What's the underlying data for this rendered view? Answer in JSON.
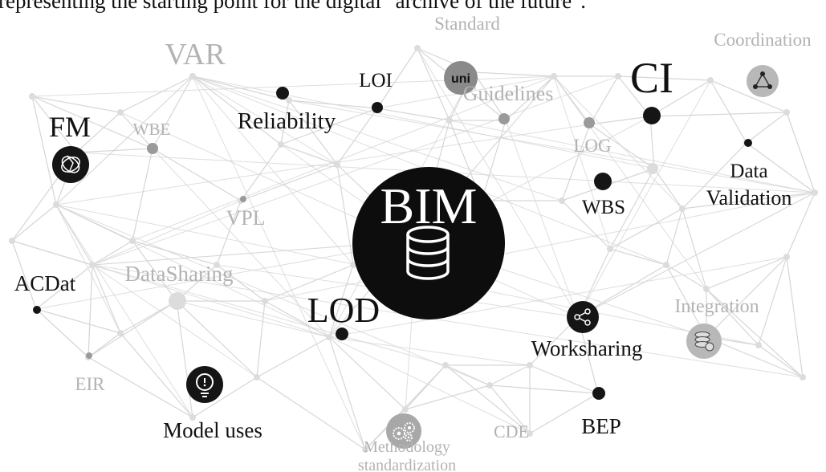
{
  "caption": "representing the starting point for the digital \"archive of the future\".",
  "colors": {
    "background": "#ffffff",
    "network_line": "#d6d6d6",
    "hub_fill": "#0d0d0d",
    "hub_text": "#ffffff",
    "dark_text": "#111111",
    "light_text": "#b3b3b3",
    "dark_dot": "#151515",
    "mid_dot": "#9a9a9a",
    "light_dot": "#dcdcdc"
  },
  "hub": {
    "label": "BIM",
    "icon": "database-icon"
  },
  "terms": [
    {
      "id": "standard",
      "label": "Standard",
      "tone": "light"
    },
    {
      "id": "coordination",
      "label": "Coordination",
      "tone": "light"
    },
    {
      "id": "var",
      "label": "VAR",
      "tone": "light"
    },
    {
      "id": "loi",
      "label": "LOI",
      "tone": "dark"
    },
    {
      "id": "guidelines",
      "label": "Guidelines",
      "tone": "light"
    },
    {
      "id": "ci",
      "label": "CI",
      "tone": "dark"
    },
    {
      "id": "fm",
      "label": "FM",
      "tone": "dark"
    },
    {
      "id": "wbe",
      "label": "WBE",
      "tone": "light"
    },
    {
      "id": "reliability",
      "label": "Reliability",
      "tone": "dark"
    },
    {
      "id": "log",
      "label": "LOG",
      "tone": "light"
    },
    {
      "id": "data-validation-1",
      "label": "Data",
      "tone": "dark"
    },
    {
      "id": "data-validation-2",
      "label": "Validation",
      "tone": "dark"
    },
    {
      "id": "wbs",
      "label": "WBS",
      "tone": "dark"
    },
    {
      "id": "vpl",
      "label": "VPL",
      "tone": "light"
    },
    {
      "id": "acdat",
      "label": "ACDat",
      "tone": "dark"
    },
    {
      "id": "datasharing",
      "label": "DataSharing",
      "tone": "light"
    },
    {
      "id": "lod",
      "label": "LOD",
      "tone": "dark"
    },
    {
      "id": "integration",
      "label": "Integration",
      "tone": "light"
    },
    {
      "id": "worksharing",
      "label": "Worksharing",
      "tone": "dark"
    },
    {
      "id": "eir",
      "label": "EIR",
      "tone": "light"
    },
    {
      "id": "model-uses",
      "label": "Model uses",
      "tone": "dark"
    },
    {
      "id": "cde",
      "label": "CDE",
      "tone": "light"
    },
    {
      "id": "bep",
      "label": "BEP",
      "tone": "dark"
    },
    {
      "id": "methodology-1",
      "label": "Methodology",
      "tone": "light"
    },
    {
      "id": "methodology-2",
      "label": "standardization",
      "tone": "light"
    }
  ],
  "icon_badges": [
    {
      "id": "standard",
      "icon": "uni-logo-icon",
      "text": "uni"
    },
    {
      "id": "coordination",
      "icon": "network-triangle-icon"
    },
    {
      "id": "fm",
      "icon": "facility-management-icon"
    },
    {
      "id": "worksharing",
      "icon": "share-icon"
    },
    {
      "id": "integration",
      "icon": "database-sync-icon"
    },
    {
      "id": "model-uses",
      "icon": "search-lightbulb-icon"
    },
    {
      "id": "methodology",
      "icon": "gears-icon"
    }
  ]
}
